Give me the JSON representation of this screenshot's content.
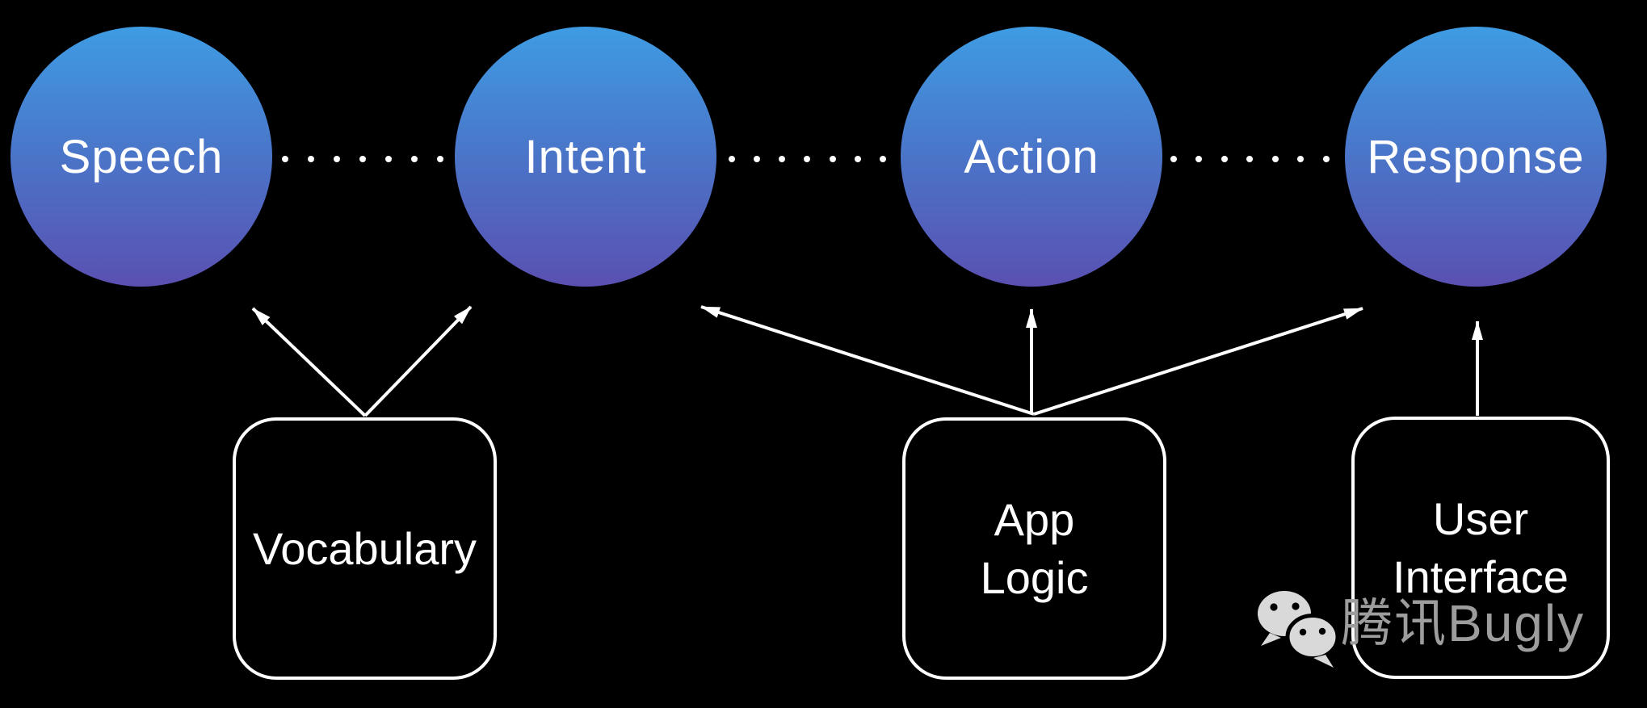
{
  "canvas": {
    "background": "#000000",
    "node_gradient_top": "#3e9ce3",
    "node_gradient_bottom": "#5a50b2",
    "stroke_color": "#ffffff",
    "watermark_color": "#9d9d9d"
  },
  "pipeline": {
    "nodes": [
      {
        "label": "Speech"
      },
      {
        "label": "Intent"
      },
      {
        "label": "Action"
      },
      {
        "label": "Response"
      }
    ],
    "connector_style": "dotted"
  },
  "resources": [
    {
      "lines": [
        "Vocabulary"
      ]
    },
    {
      "lines": [
        "App",
        "Logic"
      ]
    },
    {
      "lines": [
        "User",
        "Interface"
      ]
    }
  ],
  "watermark": {
    "icon": "wechat-icon",
    "cjk": "腾讯",
    "latin": "Bugly"
  }
}
